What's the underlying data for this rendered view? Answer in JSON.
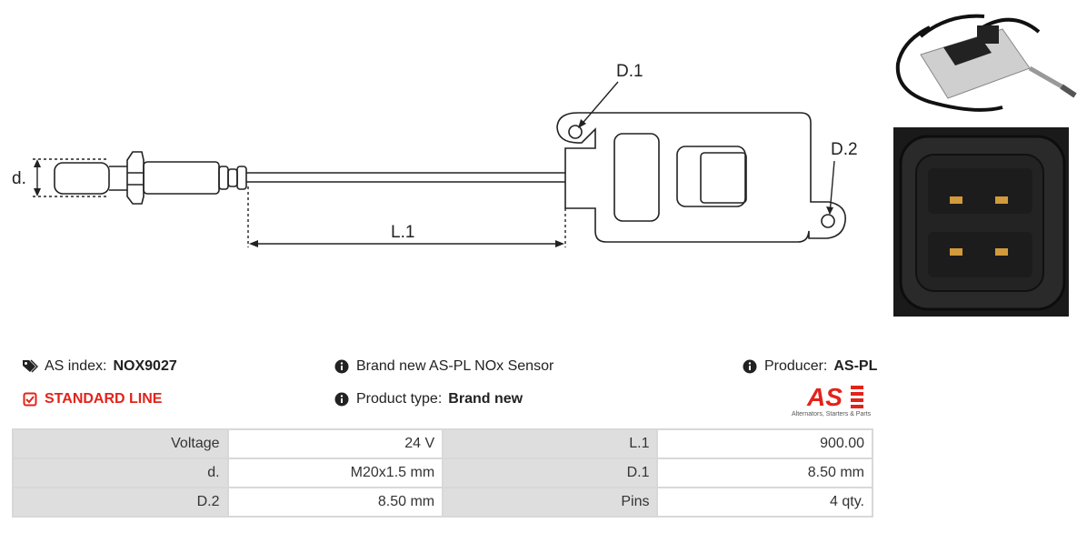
{
  "drawing": {
    "d_label": "d.",
    "l1_label": "L.1",
    "d1_label": "D.1",
    "d2_label": "D.2"
  },
  "info": {
    "as_index_label": "AS index:",
    "as_index_value": "NOX9027",
    "standard_line": "STANDARD LINE",
    "description": "Brand new AS-PL NOx Sensor",
    "product_type_label": "Product type:",
    "product_type_value": "Brand new",
    "producer_label": "Producer:",
    "producer_value": "AS-PL"
  },
  "logo": {
    "mark": "AS",
    "tagline": "Alternators, Starters & Parts",
    "color": "#e2231a"
  },
  "specs": [
    {
      "k1": "Voltage",
      "v1": "24 V",
      "k2": "L.1",
      "v2": "900.00"
    },
    {
      "k1": "d.",
      "v1": "M20x1.5 mm",
      "k2": "D.1",
      "v2": "8.50 mm"
    },
    {
      "k1": "D.2",
      "v1": "8.50 mm",
      "k2": "Pins",
      "v2": "4 qty."
    }
  ]
}
